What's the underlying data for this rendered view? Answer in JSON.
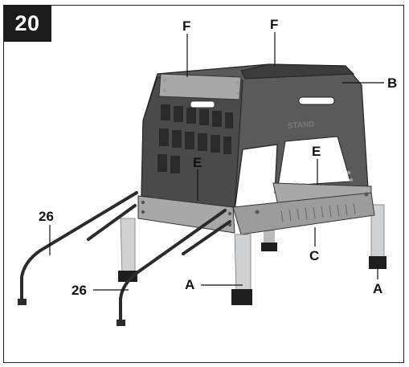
{
  "figure": {
    "number": "20",
    "embossed_text": "STAND"
  },
  "labels": {
    "F1": "F",
    "F2": "F",
    "B": "B",
    "E1": "E",
    "E2": "E",
    "C": "C",
    "A1": "A",
    "A2": "A",
    "n26_1": "26",
    "n26_2": "26"
  },
  "colors": {
    "body": "#5a5a5a",
    "body_dark": "#3c3c3c",
    "rail": "#a8a8a8",
    "leg": "#cfd2d4",
    "foot": "#1e1e1e",
    "outrigger": "#2b2b2b"
  }
}
